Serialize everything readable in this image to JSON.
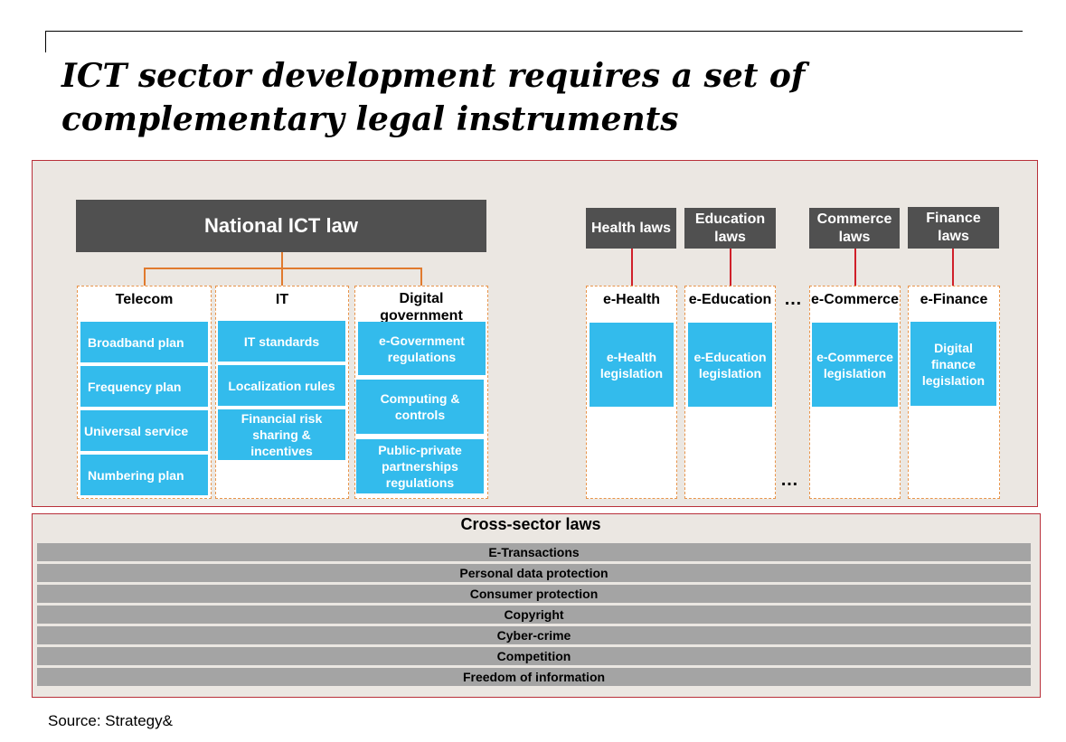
{
  "title": {
    "line1": "ICT sector development requires a set of",
    "line2": "complementary legal instruments"
  },
  "national_law": "National ICT law",
  "columns": [
    {
      "title": "Telecom",
      "items": [
        "Broadband plan",
        "Frequency plan",
        "Universal service",
        "Numbering plan"
      ]
    },
    {
      "title": "IT",
      "items": [
        "IT standards",
        "Localization rules",
        "Financial risk sharing & incentives"
      ]
    },
    {
      "title": "Digital government",
      "items": [
        "e-Government regulations",
        "Computing & controls",
        "Public-private partnerships regulations"
      ]
    }
  ],
  "sectors": [
    {
      "law": "Health laws",
      "domain": "e-Health",
      "legislation": "e-Health legislation"
    },
    {
      "law": "Education laws",
      "domain": "e-Education",
      "legislation": "e-Education legislation"
    },
    {
      "law": "Commerce laws",
      "domain": "e-Commerce",
      "legislation": "e-Commerce legislation"
    },
    {
      "law": "Finance laws",
      "domain": "e-Finance",
      "legislation": "Digital finance legislation"
    }
  ],
  "ellipsis": "…",
  "cross_sector": {
    "title": "Cross-sector laws",
    "laws": [
      "E-Transactions",
      "Personal data protection",
      "Consumer protection",
      "Copyright",
      "Cyber-crime",
      "Competition",
      "Freedom of information"
    ]
  },
  "source": "Source: Strategy&",
  "colors": {
    "accent_blue": "#33bbec",
    "dark_gray": "#505050",
    "panel_border": "#b9303a",
    "connector_orange": "#e07a2e",
    "connector_red": "#d0202a",
    "bar_gray": "#a4a4a4"
  }
}
